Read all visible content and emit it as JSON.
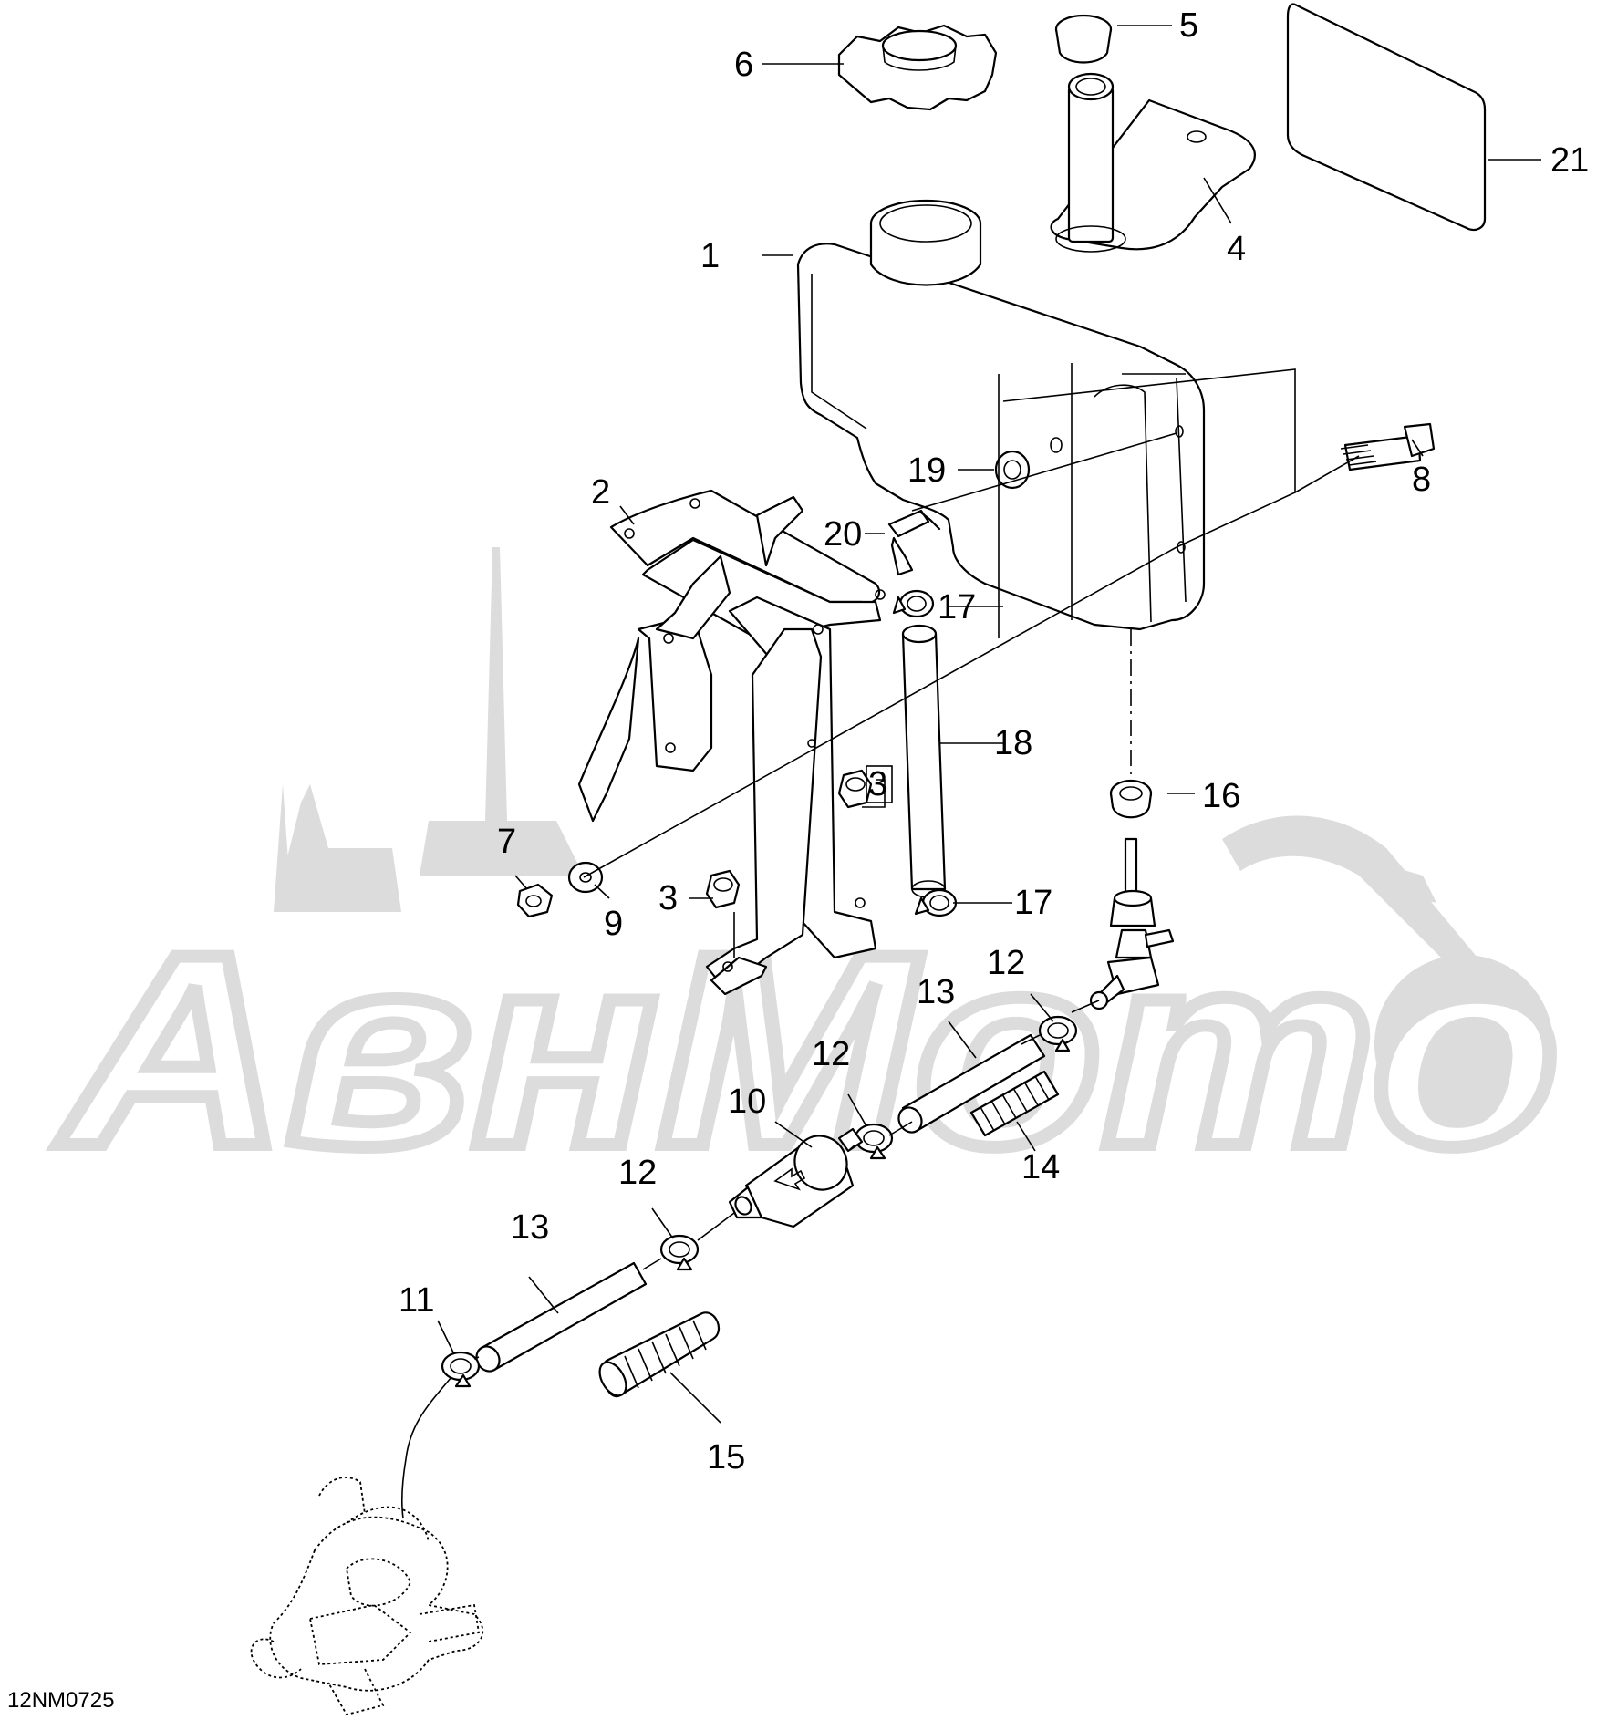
{
  "watermark": {
    "text": "АвнМото"
  },
  "drawing_ref": "12NM0725",
  "callouts": {
    "c1": "1",
    "c2": "2",
    "c3a": "3",
    "c3b": "3",
    "c4": "4",
    "c5": "5",
    "c6": "6",
    "c7": "7",
    "c8": "8",
    "c9": "9",
    "c10": "10",
    "c11": "11",
    "c12a": "12",
    "c12b": "12",
    "c12c": "12",
    "c13a": "13",
    "c13b": "13",
    "c14": "14",
    "c15": "15",
    "c16": "16",
    "c17a": "17",
    "c17b": "17",
    "c18": "18",
    "c19": "19",
    "c20": "20",
    "c21": "21"
  },
  "colors": {
    "line": "#000000",
    "watermark": "#dcdcdc",
    "background": "#ffffff"
  }
}
